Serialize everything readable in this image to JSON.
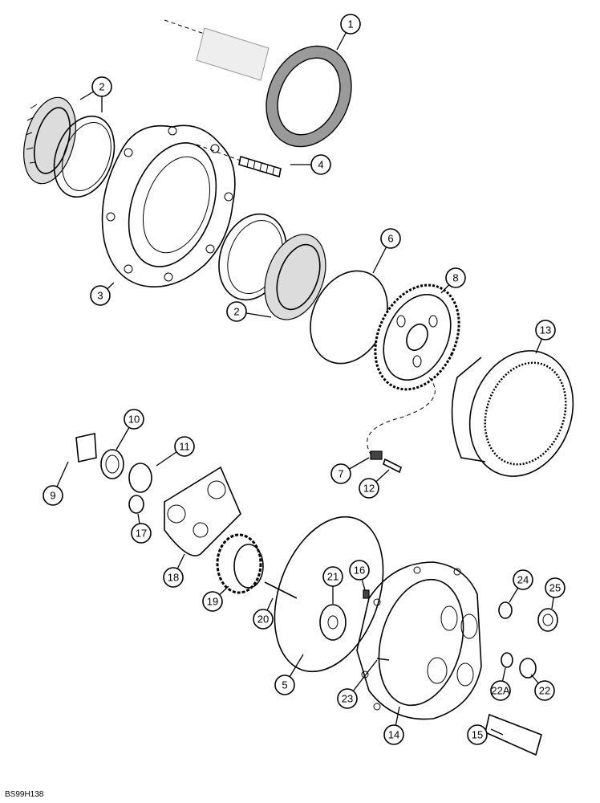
{
  "drawing_code": "BS99H138",
  "callouts": [
    {
      "id": "c1",
      "label": "1"
    },
    {
      "id": "c2a",
      "label": "2"
    },
    {
      "id": "c2b",
      "label": "2"
    },
    {
      "id": "c3",
      "label": "3"
    },
    {
      "id": "c4",
      "label": "4"
    },
    {
      "id": "c5",
      "label": "5"
    },
    {
      "id": "c6",
      "label": "6"
    },
    {
      "id": "c7",
      "label": "7"
    },
    {
      "id": "c8",
      "label": "8"
    },
    {
      "id": "c9",
      "label": "9"
    },
    {
      "id": "c10",
      "label": "10"
    },
    {
      "id": "c11",
      "label": "11"
    },
    {
      "id": "c12",
      "label": "12"
    },
    {
      "id": "c13",
      "label": "13"
    },
    {
      "id": "c14",
      "label": "14"
    },
    {
      "id": "c15",
      "label": "15"
    },
    {
      "id": "c16",
      "label": "16"
    },
    {
      "id": "c17",
      "label": "17"
    },
    {
      "id": "c18",
      "label": "18"
    },
    {
      "id": "c19",
      "label": "19"
    },
    {
      "id": "c20",
      "label": "20"
    },
    {
      "id": "c21",
      "label": "21"
    },
    {
      "id": "c22",
      "label": "22"
    },
    {
      "id": "c22a",
      "label": "22A"
    },
    {
      "id": "c23",
      "label": "23"
    },
    {
      "id": "c24",
      "label": "24"
    },
    {
      "id": "c25",
      "label": "25"
    }
  ]
}
